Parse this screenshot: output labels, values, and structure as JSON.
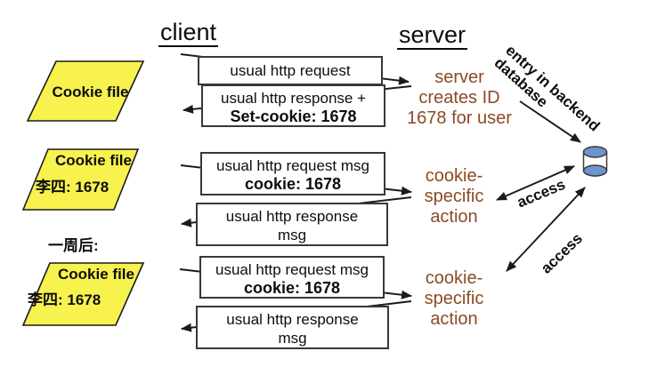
{
  "headers": {
    "client": "client",
    "server": "server"
  },
  "cookie_files": [
    {
      "label": "Cookie file"
    },
    {
      "label": "Cookie file",
      "entry": "李四: 1678"
    },
    {
      "label": "Cookie file",
      "entry": "李四: 1678"
    }
  ],
  "week_later": "一周后:",
  "rows": [
    {
      "request": {
        "line1": "usual http request"
      },
      "response": {
        "line1": "usual http response +",
        "line2": "Set-cookie: 1678"
      }
    },
    {
      "request": {
        "line1": "usual http request msg",
        "line2": "cookie: 1678"
      },
      "response": {
        "line1": "usual http response",
        "line2": "msg"
      }
    },
    {
      "request": {
        "line1": "usual http request msg",
        "line2": "cookie: 1678"
      },
      "response": {
        "line1": "usual http response",
        "line2": "msg"
      }
    }
  ],
  "server_notes": {
    "creates": {
      "line1": "server",
      "line2": "creates ID",
      "line3": "1678 for user"
    },
    "action": {
      "line1": "cookie-",
      "line2": "specific",
      "line3": "action"
    }
  },
  "backend": {
    "entry_line1": "entry in backend",
    "entry_line2": "database",
    "access_label": "access"
  },
  "colors": {
    "cookie_file_fill": "#F7F24E",
    "note_brown": "#8B4A26",
    "database_blue": "#6D95CD",
    "arrow_black": "#1b1b1b"
  }
}
